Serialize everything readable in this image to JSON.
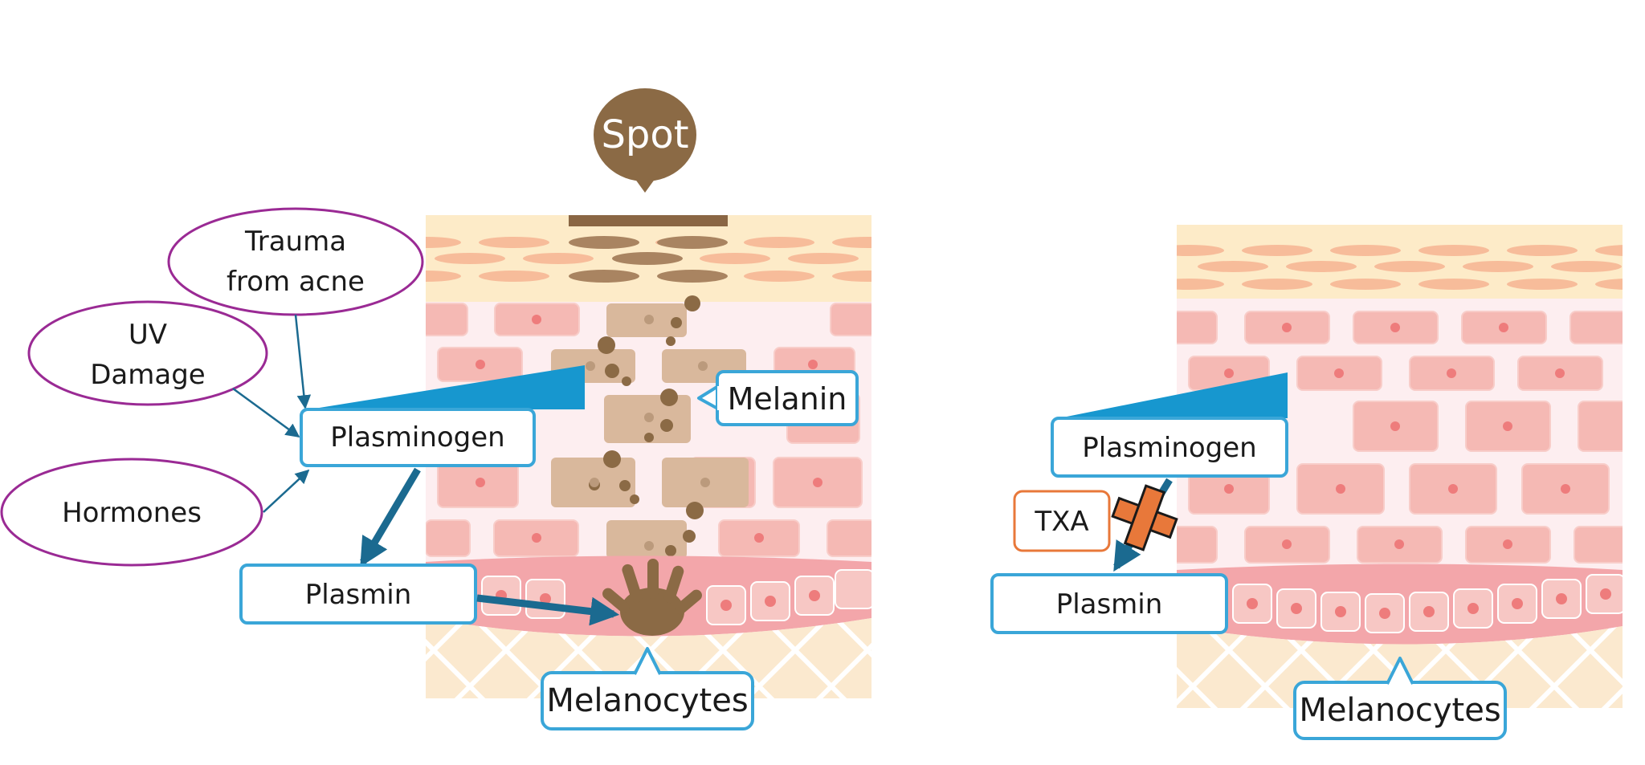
{
  "left_panel": {
    "spot": "Spot",
    "melanin": "Melanin",
    "melanocytes": "Melanocytes",
    "plasminogen": "Plasminogen",
    "plasmin": "Plasmin",
    "causes": {
      "trauma": [
        "Trauma",
        "from acne"
      ],
      "uv": [
        "UV",
        "Damage"
      ],
      "hormones": "Hormones"
    }
  },
  "right_panel": {
    "plasminogen": "Plasminogen",
    "txa": "TXA",
    "plasmin": "Plasmin",
    "melanocytes": "Melanocytes"
  },
  "colors": {
    "box_border": "#3aa6d8",
    "cause_border": "#9a2a94",
    "txa_border": "#e8783a",
    "arrow": "#1b6a90",
    "wedge": "#1797cf",
    "melanin": "#8b6a45",
    "block_x": "#e8783a"
  }
}
